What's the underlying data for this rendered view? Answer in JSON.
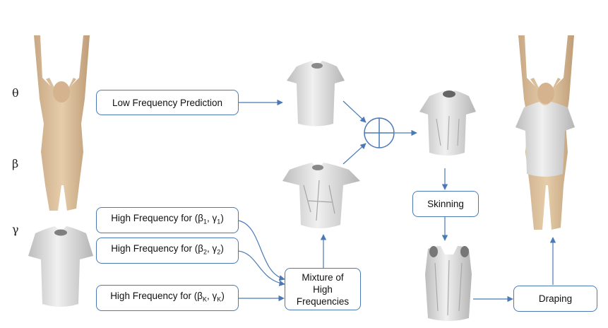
{
  "symbols": {
    "theta": "θ",
    "beta": "β",
    "gamma": "γ"
  },
  "boxes": {
    "low_freq": "Low Frequency Prediction",
    "hf_prefix": "High Frequency for (β",
    "hf_mid": ", γ",
    "hf_suffix": ")",
    "hf_subs": [
      "1",
      "2",
      "K"
    ],
    "mixture": [
      "Mixture of",
      "High",
      "Frequencies"
    ],
    "skinning": "Skinning",
    "draping": "Draping"
  },
  "colors": {
    "box_border": "#4a79b5",
    "arrow": "#4a79b5",
    "body_skin": "#d8bc98",
    "garment": "#d9d9d9"
  },
  "icons": {
    "combine": "circled-plus-icon"
  }
}
